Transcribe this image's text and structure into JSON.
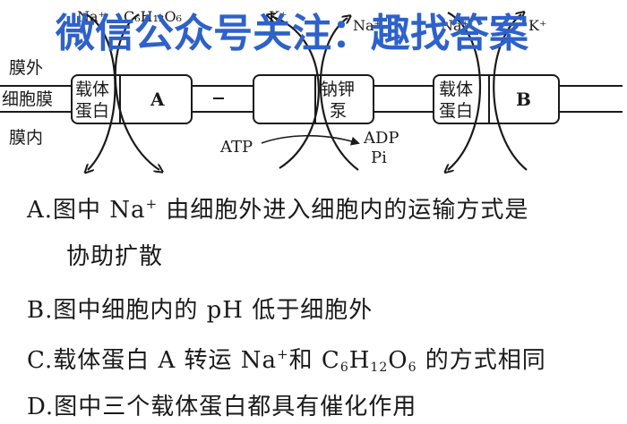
{
  "diagram": {
    "side_labels": {
      "outside": "膜外",
      "membrane": "细胞膜",
      "inside": "膜内"
    },
    "carrier_a_label": "载体蛋白",
    "box_a": "A",
    "pump_label": "钠钾泵",
    "carrier_b_label": "载体蛋白",
    "box_b": "B",
    "atp": "ATP",
    "adp": "ADP",
    "pi": "Pi",
    "ions": {
      "na_a": "Na⁺",
      "glucose": "C₆H₁₂O₆",
      "k_pump": "K⁺",
      "na_pump": "Na⁺",
      "na_b": "Na⁺",
      "k_b": "K⁺"
    },
    "colors": {
      "ink": "#1a1a1a",
      "watermark": "#2e61c9"
    }
  },
  "watermark": "微信公众号关注：趣找答案",
  "options": [
    {
      "letter": "A.",
      "line1_pre": "图中 Na",
      "line1_sup": "+",
      "line1_post": " 由细胞外进入细胞内的运输方式是",
      "line2": "协助扩散"
    },
    {
      "letter": "B.",
      "text": "图中细胞内的 pH 低于细胞外"
    },
    {
      "letter": "C.",
      "pre": "载体蛋白 A 转运 Na",
      "sup": "+",
      "mid": "和 C",
      "sub1": "6",
      "h": "H",
      "sub2": "12",
      "o": "O",
      "sub3": "6",
      "post": " 的方式相同"
    },
    {
      "letter": "D.",
      "text": "图中三个载体蛋白都具有催化作用"
    }
  ]
}
